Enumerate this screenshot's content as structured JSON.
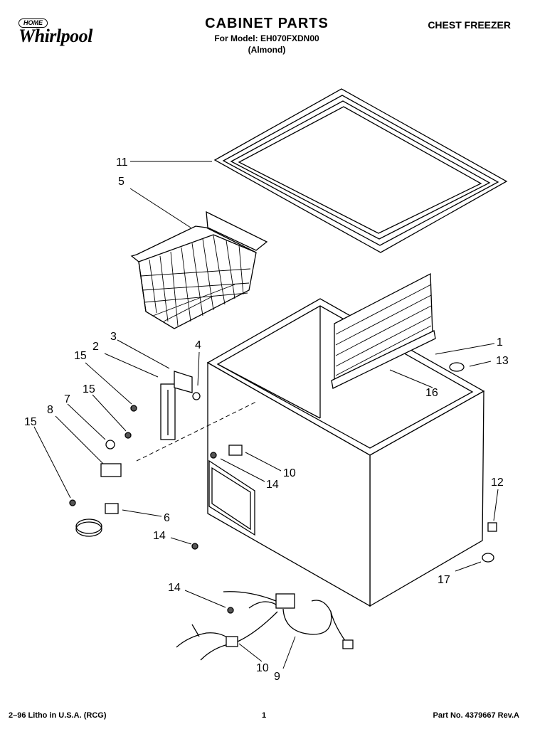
{
  "header": {
    "brand": "Whirlpool",
    "brand_small": "HOME",
    "title": "CABINET PARTS",
    "model_line": "For Model: EH070FXDN00",
    "color_line": "(Almond)",
    "appliance_type": "CHEST FREEZER"
  },
  "callouts": [
    "11",
    "5",
    "3",
    "2",
    "4",
    "1",
    "13",
    "15",
    "15",
    "15",
    "7",
    "8",
    "16",
    "10",
    "14",
    "12",
    "6",
    "14",
    "17",
    "14",
    "10",
    "9"
  ],
  "footer": {
    "litho": "2–96 Litho in U.S.A. (RCG)",
    "page": "1",
    "part_no": "Part No. 4379667 Rev.A"
  }
}
